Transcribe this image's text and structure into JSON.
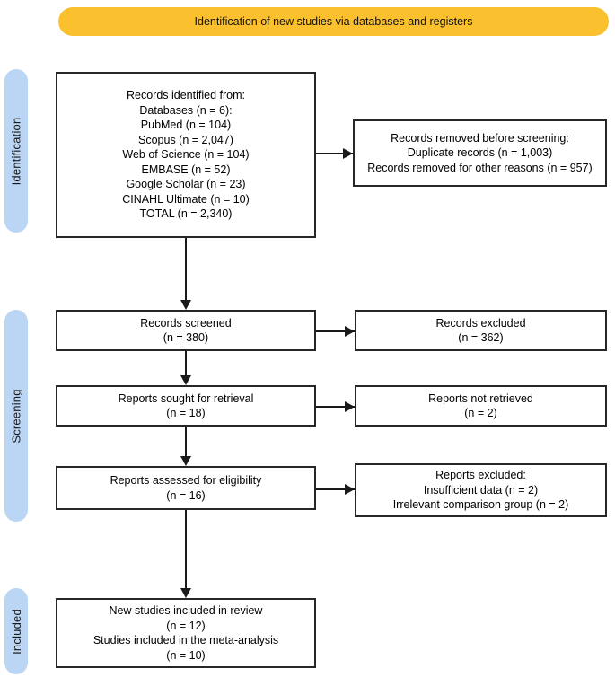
{
  "banner": {
    "title": "Identification of new studies via databases and registers"
  },
  "stages": [
    {
      "label": "Identification"
    },
    {
      "label": "Screening"
    },
    {
      "label": "Included"
    }
  ],
  "boxes": {
    "records_identified": {
      "lines": [
        "Records identified from:",
        "Databases (n = 6):",
        "PubMed (n = 104)",
        "Scopus (n = 2,047)",
        "Web of Science (n = 104)",
        "EMBASE (n = 52)",
        "Google Scholar (n = 23)",
        "CINAHL Ultimate (n = 10)",
        "TOTAL (n = 2,340)"
      ]
    },
    "records_removed": {
      "lines": [
        "Records removed before screening:",
        "Duplicate records (n = 1,003)",
        "Records removed for other reasons (n = 957)"
      ]
    },
    "records_screened": {
      "lines": [
        "Records screened",
        "(n = 380)"
      ]
    },
    "records_excluded": {
      "lines": [
        "Records excluded",
        "(n = 362)"
      ]
    },
    "reports_sought": {
      "lines": [
        "Reports sought for retrieval",
        "(n = 18)"
      ]
    },
    "reports_not_retrieved": {
      "lines": [
        "Reports not retrieved",
        "(n = 2)"
      ]
    },
    "reports_assessed": {
      "lines": [
        "Reports assessed for eligibility",
        "(n = 16)"
      ]
    },
    "reports_excluded": {
      "lines": [
        "Reports excluded:",
        "Insufficient data (n = 2)",
        "Irrelevant comparison group (n = 2)"
      ]
    },
    "studies_included": {
      "lines": [
        "New studies included in review",
        "(n = 12)",
        "Studies included in the meta-analysis",
        "(n = 10)"
      ]
    }
  },
  "colors": {
    "banner_background": "#fbc02d",
    "stage_background": "#bbd5f4",
    "box_border": "#262626",
    "arrow": "#1a1a1a"
  }
}
